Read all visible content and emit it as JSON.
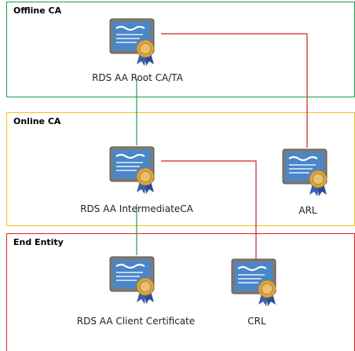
{
  "zones": {
    "offline": {
      "title": "Offline CA",
      "color": "#1aa04a"
    },
    "online": {
      "title": "Online CA",
      "color": "#f0c020"
    },
    "end_entity": {
      "title": "End Entity",
      "color": "#e0202a"
    }
  },
  "certificates": {
    "root": {
      "label": "RDS AA Root CA/TA",
      "icon": "certificate-icon"
    },
    "intermediate": {
      "label": "RDS AA IntermediateCA",
      "icon": "certificate-icon"
    },
    "arl": {
      "label": "ARL",
      "icon": "certificate-icon"
    },
    "client": {
      "label": "RDS AA Client Certificate",
      "icon": "certificate-icon"
    },
    "crl": {
      "label": "CRL",
      "icon": "certificate-icon"
    }
  },
  "connectors": {
    "issuance_color": "#1aa04a",
    "revocation_color": "#d0202a"
  }
}
